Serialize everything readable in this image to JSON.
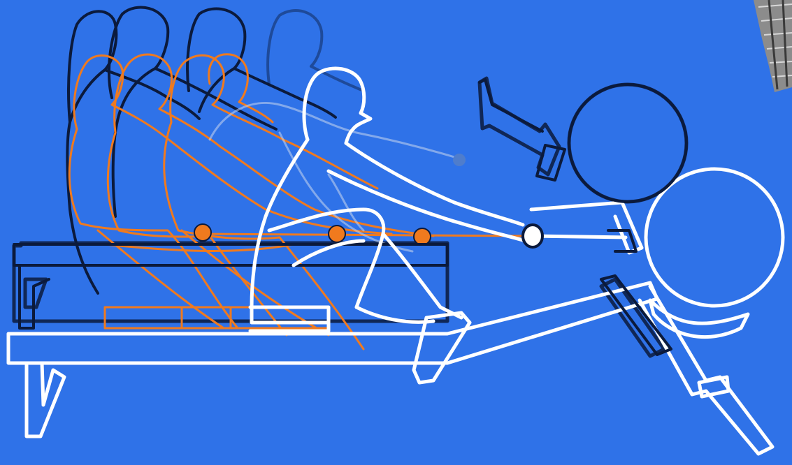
{
  "colors": {
    "background": "#2f72e8",
    "frame_outline": "#ffffff",
    "shadow_stroke": "#0b1a3c",
    "stroke_phase_orange": "#f07a1e",
    "ghost_white": "#c9d6ee",
    "building_gray": "#9a9a9a"
  },
  "illustration": {
    "subject": "rowing-machine-stroke-sequence",
    "phases": [
      {
        "name": "catch",
        "figure_color": "shadow_stroke"
      },
      {
        "name": "drive",
        "figure_color": "stroke_phase_orange"
      },
      {
        "name": "finish",
        "figure_color": "ghost_white"
      },
      {
        "name": "recovery",
        "figure_color": "frame_outline"
      }
    ],
    "components": [
      "rail",
      "seat",
      "footplate",
      "handle",
      "chain",
      "flywheel",
      "rear-leg",
      "front-leg"
    ]
  }
}
